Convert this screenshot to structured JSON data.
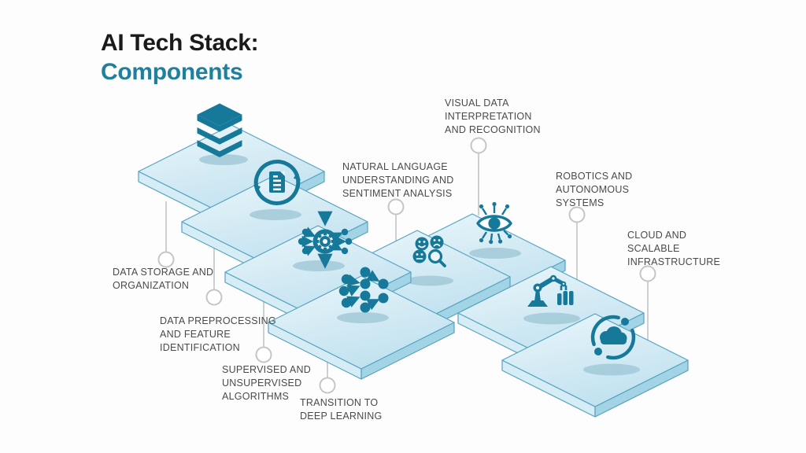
{
  "title": {
    "line1": "AI Tech Stack:",
    "line2": "Components"
  },
  "colors": {
    "accent_teal": "#1e7f9e",
    "icon_teal": "#16799a",
    "platform_fill_light": "#e9f5fa",
    "platform_fill_dark": "#bfe1ef",
    "platform_stroke": "#55a3c0",
    "label_text": "#4a4a4a",
    "leader_line": "#c7cbcd",
    "background": "#fdfdfd"
  },
  "steps": [
    {
      "id": "data-storage",
      "label": "DATA STORAGE AND\nORGANIZATION",
      "icon": "database-layers-icon"
    },
    {
      "id": "data-preprocessing",
      "label": "DATA PREPROCESSING\nAND FEATURE\nIDENTIFICATION",
      "icon": "document-sync-icon"
    },
    {
      "id": "algorithms",
      "label": "SUPERVISED AND\nUNSUPERVISED\nALGORITHMS",
      "icon": "gear-network-icon"
    },
    {
      "id": "deep-learning",
      "label": "TRANSITION TO\nDEEP LEARNING",
      "icon": "neural-network-icon"
    },
    {
      "id": "nlp",
      "label": "NATURAL LANGUAGE\nUNDERSTANDING AND\nSENTIMENT ANALYSIS",
      "icon": "sentiment-faces-icon"
    },
    {
      "id": "vision",
      "label": "VISUAL DATA\nINTERPRETATION\nAND RECOGNITION",
      "icon": "eye-recognition-icon"
    },
    {
      "id": "robotics",
      "label": "ROBOTICS AND\nAUTONOMOUS\nSYSTEMS",
      "icon": "robot-arm-icon"
    },
    {
      "id": "cloud",
      "label": "CLOUD AND\nSCALABLE\nINFRASTRUCTURE",
      "icon": "cloud-infrastructure-icon"
    }
  ]
}
